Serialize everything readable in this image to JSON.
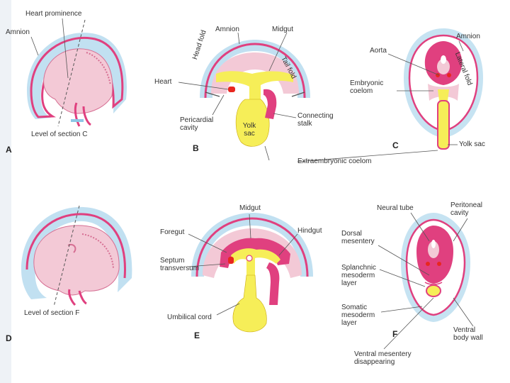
{
  "colors": {
    "background": "#ffffff",
    "membrane_blue": "#8ec7e6",
    "embryo_pink": "#f3c9d6",
    "tissue_magenta": "#e0407f",
    "yolk_yellow": "#f6ee58",
    "vessel_red": "#e8271f",
    "line_gray": "#555555"
  },
  "panels": [
    "A",
    "B",
    "C",
    "D",
    "E",
    "F"
  ],
  "labels": {
    "a_heart_prominence": "Heart prominence",
    "a_amnion": "Amnion",
    "a_level_c": "Level of section C",
    "b_amnion": "Amnion",
    "b_midgut": "Midgut",
    "b_head_fold": "Head fold",
    "b_tail_fold": "Tail fold",
    "b_heart": "Heart",
    "b_pericardial_cavity": "Pericardial cavity",
    "b_yolk_sac": "Yolk sac",
    "b_connecting_stalk": "Connecting stalk",
    "extraembryonic_coelom": "Extraembryonic coelom",
    "c_aorta": "Aorta",
    "c_amnion": "Amnion",
    "c_lateral_fold": "Lateral fold",
    "c_embryonic_coelom": "Embryonic coelom",
    "c_yolk_sac": "Yolk sac",
    "d_level_f": "Level of section F",
    "e_midgut": "Midgut",
    "e_foregut": "Foregut",
    "e_hindgut": "Hindgut",
    "e_septum_transversum": "Septum transversum",
    "e_umbilical_cord": "Umbilical cord",
    "f_neural_tube": "Neural tube",
    "f_peritoneal_cavity": "Peritoneal cavity",
    "f_dorsal_mesentery": "Dorsal mesentery",
    "f_splanchnic": "Splanchnic mesoderm layer",
    "f_somatic": "Somatic mesoderm layer",
    "f_ventral_body_wall": "Ventral body wall",
    "f_ventral_mesentery": "Ventral mesentery disappearing"
  }
}
